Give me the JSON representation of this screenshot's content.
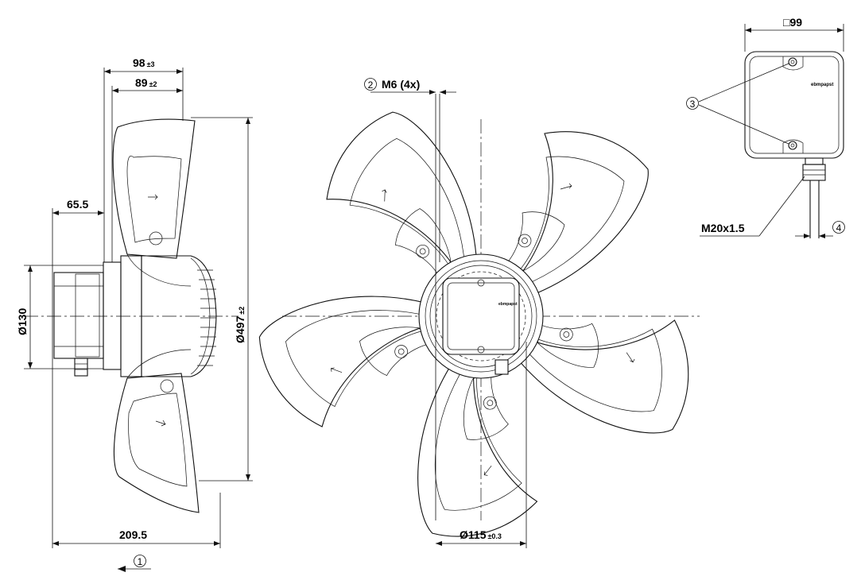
{
  "dimensions": {
    "depth_overall": {
      "value": "98",
      "tol": "±3"
    },
    "depth_hub": {
      "value": "89",
      "tol": "±2"
    },
    "offset": "65.5",
    "box_dia": "Ø130",
    "fan_dia": {
      "value": "Ø497",
      "tol": "±2"
    },
    "length": "209.5",
    "bolt_circle": {
      "value": "Ø115",
      "tol": "±0.3"
    },
    "thread": "M6 (4x)",
    "box_size": "□99",
    "gland": "M20x1.5"
  },
  "callouts": {
    "c1": "1",
    "c2": "2",
    "c3": "3",
    "c4": "4"
  },
  "brand": "ebmpapst"
}
